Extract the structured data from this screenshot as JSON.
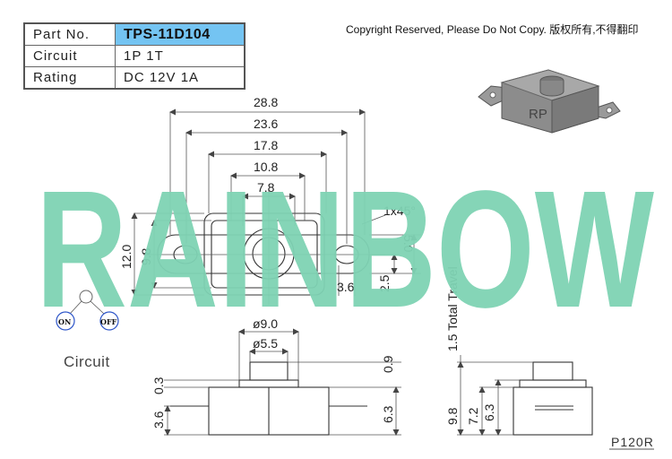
{
  "spec_table": {
    "rows": [
      {
        "label": "Part No.",
        "value": "TPS-11D104"
      },
      {
        "label": "Circuit",
        "value": "1P 1T"
      },
      {
        "label": "Rating",
        "value": "DC 12V 1A"
      }
    ]
  },
  "copyright": "Copyright Reserved, Please Do Not Copy. 版权所有,不得翻印",
  "watermark": "RAINBOW",
  "product_mark": "RP",
  "circuit": {
    "label": "Circuit",
    "on": "ON",
    "off": "OFF"
  },
  "dimensions": {
    "top_view": {
      "overall_width": "28.8",
      "mount_hole_pitch": "23.6",
      "body_width": "17.8",
      "inner_width": "10.8",
      "actuator_width": "7.8",
      "height": "12.0",
      "body_height": "9.8",
      "tab_height": "5.0",
      "tab_offset": "2.5",
      "tab_width": "3.6",
      "chamfer": "1x45°"
    },
    "front_view": {
      "body_diameter": "ø9.0",
      "actuator_diameter": "ø5.5",
      "actuator_gap": "0.3",
      "terminal_height": "3.6",
      "button_height": "0.9",
      "body_height": "6.3"
    },
    "side_view": {
      "total_travel": "1.5 Total Travel",
      "overall_height": "9.8",
      "body_height": "7.2",
      "base_height": "6.3"
    }
  },
  "drawing_code": "P120R",
  "colors": {
    "watermark": "#7fd3b4",
    "highlight": "#74c4f2",
    "outline": "#4a4a4a"
  }
}
